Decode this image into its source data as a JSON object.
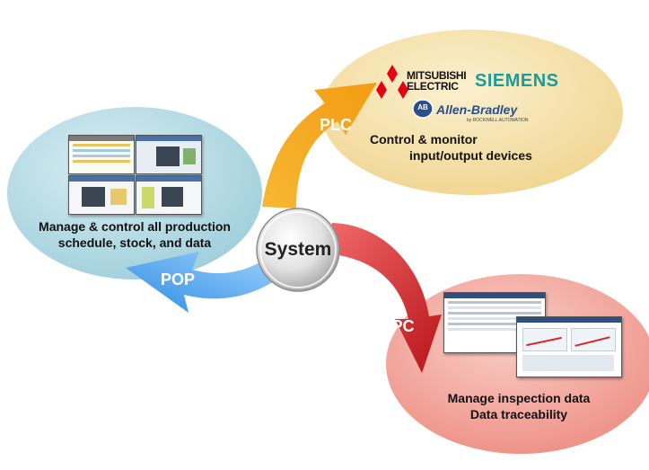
{
  "center": {
    "label": "System"
  },
  "arrows": {
    "plc": {
      "label": "PLC",
      "color": "#f5a623"
    },
    "pc": {
      "label": "PC",
      "color": "#d9262b"
    },
    "pop": {
      "label": "POP",
      "color": "#3d9be9"
    }
  },
  "nodes": {
    "plc": {
      "color": "#f5dfa0",
      "logos": {
        "mitsubishi_line1": "MITSUBISHI",
        "mitsubishi_line2": "ELECTRIC",
        "siemens": "SIEMENS",
        "ab_badge": "AB",
        "allen_bradley": "Allen-Bradley",
        "rockwell": "by ROCKWELL AUTOMATION"
      },
      "text_line1": "Control & monitor",
      "text_line2": "input/output devices"
    },
    "pop": {
      "color": "#a8d6e0",
      "text_line1": "Manage & control all production",
      "text_line2": "schedule, stock, and  data"
    },
    "pc": {
      "color": "#f2a39a",
      "text_line1": "Manage inspection data",
      "text_line2": "Data traceability"
    }
  }
}
